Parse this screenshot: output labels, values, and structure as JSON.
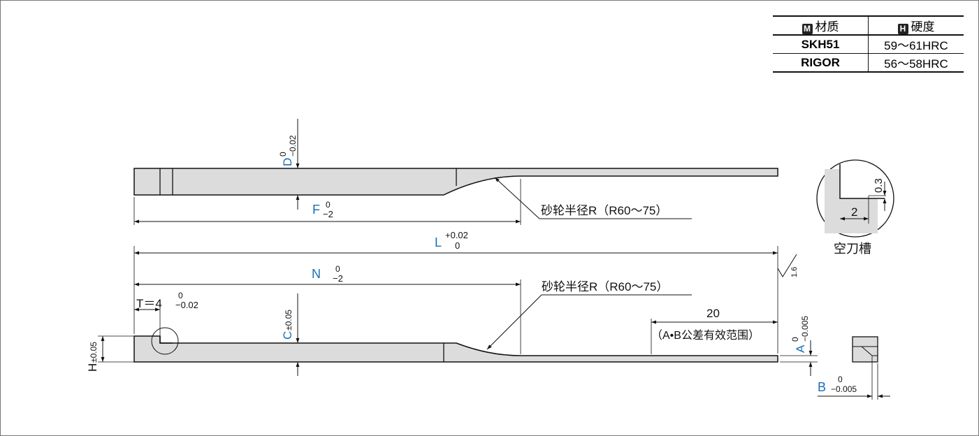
{
  "material_table": {
    "headers": [
      {
        "icon": "M",
        "label": "材质"
      },
      {
        "icon": "H",
        "label": "硬度"
      }
    ],
    "rows": [
      {
        "material": "SKH51",
        "hardness": "59～61HRC"
      },
      {
        "material": "RIGOR",
        "hardness": "56～58HRC"
      }
    ]
  },
  "labels": {
    "D": "D",
    "D_tol_upper": "0",
    "D_tol_lower": "−0.02",
    "F": "F",
    "F_tol_upper": "0",
    "F_tol_lower": "−2",
    "grind_radius_1": "砂轮半径R（R60～75）",
    "grind_radius_2": "砂轮半径R（R60～75）",
    "L": "L",
    "L_tol_upper": "+0.02",
    "L_tol_lower": "0",
    "N": "N",
    "N_tol_upper": "0",
    "N_tol_lower": "−2",
    "T": "T＝4",
    "T_tol_upper": "0",
    "T_tol_lower": "−0.02",
    "C": "C",
    "C_tol": "±0.05",
    "H": "H",
    "H_tol": "±0.05",
    "dim_20": "20",
    "ab_tolerance": "（A•B公差有效范围）",
    "A": "A",
    "A_tol_upper": "0",
    "A_tol_lower": "−0.005",
    "B": "B",
    "B_tol_upper": "0",
    "B_tol_lower": "−0.005",
    "roughness": "1.6",
    "groove_dim_2": "2",
    "groove_dim_03": "0.3",
    "groove_title": "空刀槽"
  }
}
